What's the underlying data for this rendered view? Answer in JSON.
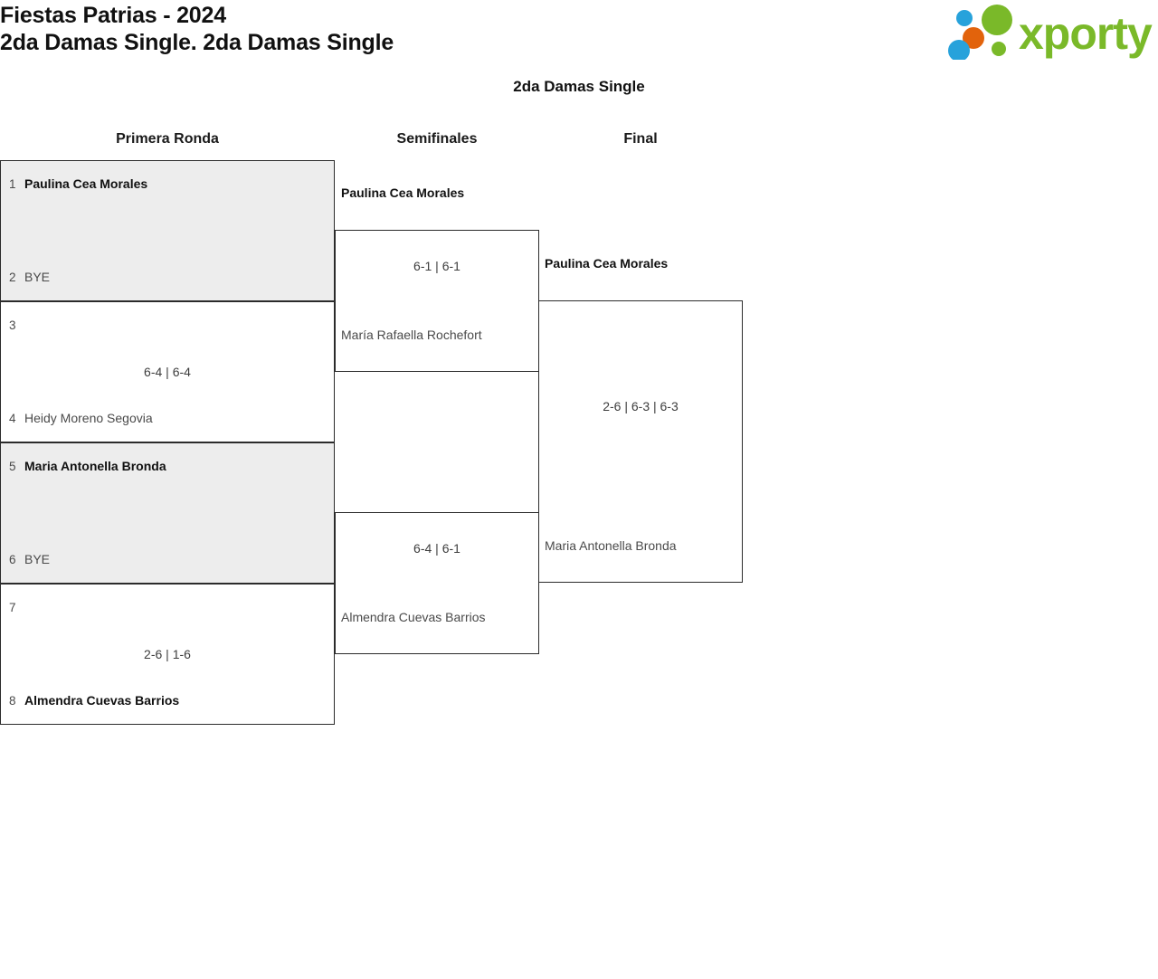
{
  "header": {
    "title_line1": "Fiestas Patrias - 2024",
    "title_line2": "2da Damas Single. 2da Damas Single",
    "logo_text": "xporty",
    "logo_colors": {
      "green": "#7ab929",
      "orange": "#e2630c",
      "blue": "#27a2db"
    }
  },
  "tournament": {
    "subtitle": "2da Damas Single"
  },
  "rounds": [
    {
      "name": "Primera Ronda"
    },
    {
      "name": "Semifinales"
    },
    {
      "name": "Final"
    }
  ],
  "bracket": {
    "round1": [
      {
        "is_bye": true,
        "score": "",
        "top": {
          "seed": "1",
          "name": "Paulina Cea Morales",
          "winner": true
        },
        "bottom": {
          "seed": "2",
          "name": "BYE",
          "winner": false
        }
      },
      {
        "is_bye": false,
        "score": "6-4 | 6-4",
        "top": {
          "seed": "3",
          "name": "",
          "winner": false
        },
        "bottom": {
          "seed": "4",
          "name": "Heidy Moreno Segovia",
          "winner": false
        }
      },
      {
        "is_bye": true,
        "score": "",
        "top": {
          "seed": "5",
          "name": "Maria Antonella Bronda",
          "winner": true
        },
        "bottom": {
          "seed": "6",
          "name": "BYE",
          "winner": false
        }
      },
      {
        "is_bye": false,
        "score": "2-6 | 1-6",
        "top": {
          "seed": "7",
          "name": "",
          "winner": false
        },
        "bottom": {
          "seed": "8",
          "name": "Almendra Cuevas Barrios",
          "winner": true
        }
      }
    ],
    "semifinals": [
      {
        "score": "6-1 | 6-1",
        "top": {
          "name": "Paulina Cea Morales",
          "winner": true
        },
        "bottom": {
          "name": "María Rafaella Rochefort",
          "winner": false
        }
      },
      {
        "score": "6-4 | 6-1",
        "top": {
          "name": "",
          "winner": false
        },
        "bottom": {
          "name": "Almendra Cuevas Barrios",
          "winner": false
        }
      }
    ],
    "final": [
      {
        "score": "2-6 | 6-3 | 6-3",
        "top": {
          "name": "Paulina Cea Morales",
          "winner": true
        },
        "bottom": {
          "name": "Maria Antonella Bronda",
          "winner": false
        }
      }
    ]
  }
}
